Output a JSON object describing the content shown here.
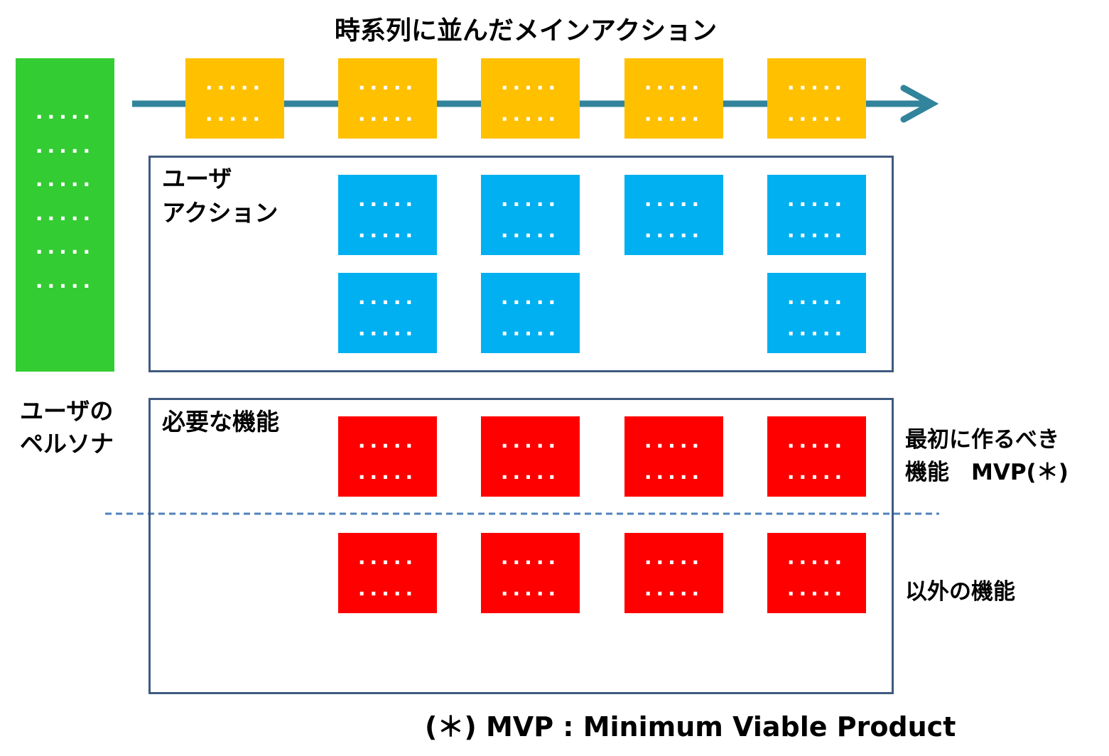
{
  "title": "時系列に並んだメインアクション",
  "persona": {
    "label_line1": "ユーザの",
    "label_line2": "ペルソナ",
    "card_rows": [
      ".....",
      ".....",
      ".....",
      ".....",
      ".....",
      "....."
    ]
  },
  "main_actions": [
    {
      "rows": [
        ".....",
        "....."
      ]
    },
    {
      "rows": [
        ".....",
        "....."
      ]
    },
    {
      "rows": [
        ".....",
        "....."
      ]
    },
    {
      "rows": [
        ".....",
        "....."
      ]
    },
    {
      "rows": [
        ".....",
        "....."
      ]
    }
  ],
  "user_actions": {
    "label_line1": "ユーザ",
    "label_line2": "アクション",
    "cards": [
      {
        "rows": [
          ".....",
          "....."
        ]
      },
      {
        "rows": [
          ".....",
          "....."
        ]
      },
      {
        "rows": [
          ".....",
          "....."
        ]
      },
      {
        "rows": [
          ".....",
          "....."
        ]
      },
      {
        "rows": [
          ".....",
          "....."
        ]
      },
      {
        "rows": [
          ".....",
          "....."
        ]
      },
      {
        "rows": [
          ".....",
          "....."
        ]
      }
    ]
  },
  "features": {
    "label": "必要な機能",
    "mvp_cards": [
      {
        "rows": [
          ".....",
          "....."
        ]
      },
      {
        "rows": [
          ".....",
          "....."
        ]
      },
      {
        "rows": [
          ".....",
          "....."
        ]
      },
      {
        "rows": [
          ".....",
          "....."
        ]
      }
    ],
    "other_cards": [
      {
        "rows": [
          ".....",
          "....."
        ]
      },
      {
        "rows": [
          ".....",
          "....."
        ]
      },
      {
        "rows": [
          ".....",
          "....."
        ]
      },
      {
        "rows": [
          ".....",
          "....."
        ]
      }
    ]
  },
  "mvp_label": {
    "line1": "最初に作るべき",
    "line2": "機能　MVP(＊)"
  },
  "other_label": "以外の機能",
  "footnote": "(＊) MVP : Minimum Viable Product",
  "colors": {
    "persona": "#33cc33",
    "main_action": "#ffc000",
    "user_action": "#00b0f0",
    "feature": "#ff0000",
    "arrow": "#31849b",
    "frame": "#3f5a80",
    "divider": "#4f81bd"
  }
}
